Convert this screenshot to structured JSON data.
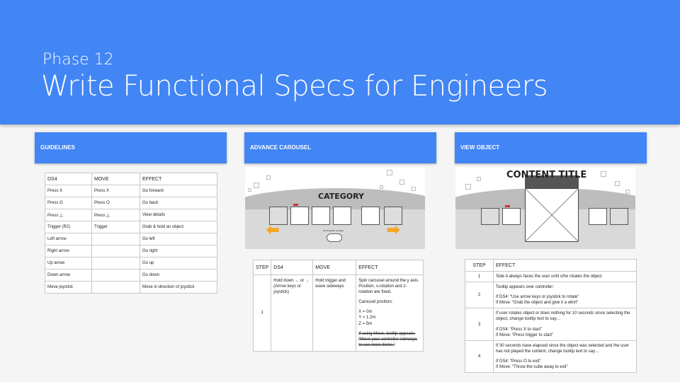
{
  "header": {
    "phase": "Phase 12",
    "title": "Write Functional Specs for Engineers"
  },
  "panels": {
    "guidelines": "GUIDELINES",
    "carousel": "ADVANCE CAROUSEL",
    "view_object": "VIEW OBJECT"
  },
  "guidelines_table": {
    "headers": [
      "DS4",
      "MOVE",
      "EFFECT"
    ],
    "rows": [
      [
        "Press X",
        "Press X",
        "Go forward"
      ],
      [
        "Press O",
        "Press O",
        "Go back"
      ],
      [
        "Press △",
        "Press △",
        "View details"
      ],
      [
        "Trigger (R2)",
        "Trigger",
        "Grab & hold an object"
      ],
      [
        "Left arrow",
        "",
        "Go left"
      ],
      [
        "Right arrow",
        "",
        "Go right"
      ],
      [
        "Up arrow",
        "",
        "Go up"
      ],
      [
        "Down arrow",
        "",
        "Go down"
      ],
      [
        "Move joystick",
        "",
        "Move in direction of joystick"
      ]
    ]
  },
  "carousel_scene": {
    "category": "CATEGORY",
    "hint": "Tilt controller to rotate"
  },
  "carousel_table": {
    "headers": [
      "STEP",
      "DS4",
      "MOVE",
      "EFFECT"
    ],
    "step": "1",
    "ds4": "Hold down ← or → (Arrow keys or joystick)",
    "move": "Hold trigger and wave sideways",
    "effect_lines": [
      "Spin carousel around the y axis. Position, x-rotation and z-rotation are fixed.",
      "Carousel position:",
      "X = 0m",
      "Y = 1.2m",
      "Z = 5m"
    ],
    "effect_struck_1": "If using Move, tooltip appears:",
    "effect_struck_2": "“Move your controller sideways to see more items.”"
  },
  "view_scene": {
    "content_title": "CONTENT TITLE"
  },
  "view_table": {
    "headers": [
      "STEP",
      "EFFECT"
    ],
    "rows": [
      {
        "step": "1",
        "lines": [
          "Side A always faces the user until s/he rotates the object"
        ]
      },
      {
        "step": "2",
        "lines": [
          "Tooltip appears over controller:",
          "",
          "If DS4: “Use arrow keys or joystick to rotate”",
          "If Move: “Grab the object and give it a whirl”"
        ]
      },
      {
        "step": "3",
        "lines": [
          "If user rotates object or does nothing for 10 seconds since selecting the object, change tooltip text to say…",
          "",
          "If DS4: “Press X to start”",
          "If Move: “Press trigger to start”"
        ]
      },
      {
        "step": "4",
        "lines": [
          "If 30 seconds have elapsed since the object was selected and the user has not played the content, change tooltip text to say…",
          "",
          "If DS4: “Press O to exit”",
          "If Move: “Throw the cube away to exit”"
        ]
      }
    ]
  },
  "colors": {
    "brand": "#4285f4",
    "accent_arrow": "#f6a623"
  }
}
